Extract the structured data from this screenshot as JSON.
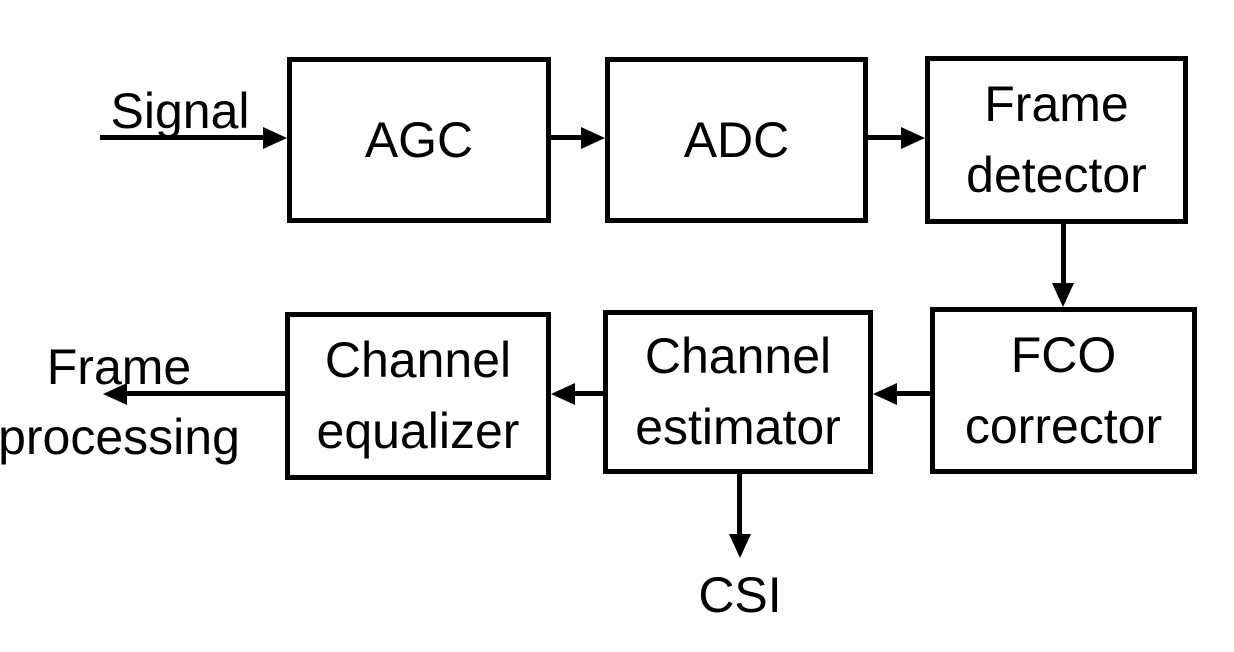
{
  "diagram": {
    "type": "block-diagram",
    "background_color": "#ffffff",
    "line_color": "#000000",
    "text_color": "#000000",
    "nodes": [
      {
        "id": "agc",
        "label": "AGC"
      },
      {
        "id": "adc",
        "label": "ADC"
      },
      {
        "id": "frame-detector",
        "label": "Frame detector"
      },
      {
        "id": "channel-equalizer",
        "label": "Channel equalizer"
      },
      {
        "id": "channel-estimator",
        "label": "Channel estimator"
      },
      {
        "id": "fco-corrector",
        "label": "FCO corrector"
      }
    ],
    "external_labels": [
      {
        "id": "signal",
        "label": "Signal",
        "role": "input"
      },
      {
        "id": "frame-processing",
        "label": "Frame processing",
        "role": "output"
      },
      {
        "id": "csi",
        "label": "CSI",
        "role": "output"
      }
    ],
    "edges": [
      {
        "from": "signal",
        "to": "agc",
        "direction": "right"
      },
      {
        "from": "agc",
        "to": "adc",
        "direction": "right"
      },
      {
        "from": "adc",
        "to": "frame-detector",
        "direction": "right"
      },
      {
        "from": "frame-detector",
        "to": "fco-corrector",
        "direction": "down"
      },
      {
        "from": "fco-corrector",
        "to": "channel-estimator",
        "direction": "left"
      },
      {
        "from": "channel-estimator",
        "to": "channel-equalizer",
        "direction": "left"
      },
      {
        "from": "channel-equalizer",
        "to": "frame-processing",
        "direction": "left"
      },
      {
        "from": "channel-estimator",
        "to": "csi",
        "direction": "down"
      }
    ]
  }
}
